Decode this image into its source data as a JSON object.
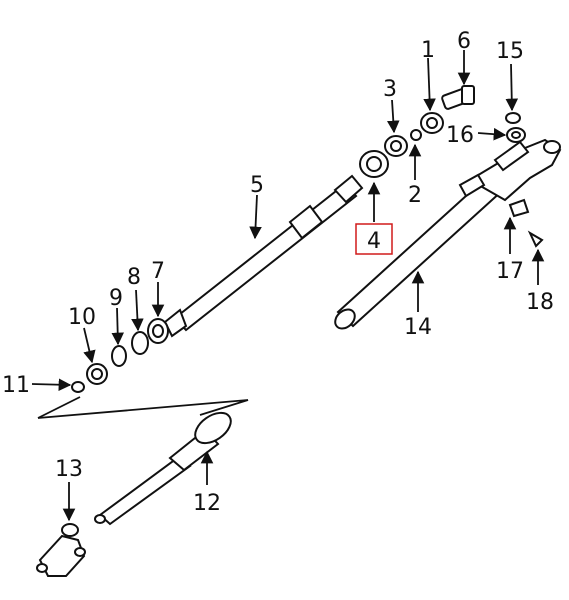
{
  "highlight_color": "#d11a1a",
  "callouts": {
    "p1": "1",
    "p2": "2",
    "p3": "3",
    "p4": "4",
    "p5": "5",
    "p6": "6",
    "p7": "7",
    "p8": "8",
    "p9": "9",
    "p10": "10",
    "p11": "11",
    "p12": "12",
    "p13": "13",
    "p14": "14",
    "p15": "15",
    "p16": "16",
    "p17": "17",
    "p18": "18"
  },
  "highlighted_callout": "4"
}
